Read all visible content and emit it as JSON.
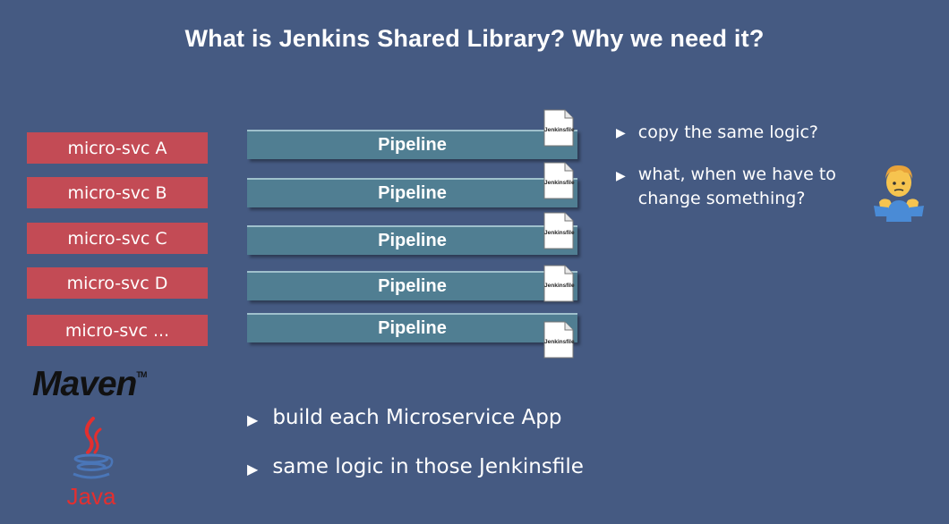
{
  "title": "What is Jenkins Shared Library? Why we need it?",
  "services": [
    "micro-svc A",
    "micro-svc B",
    "micro-svc C",
    "micro-svc D",
    "micro-svc ..."
  ],
  "pipeline_label": "Pipeline",
  "jenkinsfile_label": "Jenkinsfile",
  "right_bullets": [
    "copy the same logic?",
    "what, when we have to change something?"
  ],
  "bottom_bullets": [
    "build each Microservice App",
    "same logic in those Jenkinsfile"
  ],
  "logos": {
    "maven": "Maven",
    "maven_tm": "TM",
    "java": "Java"
  },
  "icons": {
    "bullet": "triangle-right-icon",
    "person": "person-shrugging-icon"
  },
  "colors": {
    "background": "#455a82",
    "service_box": "#c34b55",
    "pipeline_bar": "#507e92",
    "java_red": "#e32f2f",
    "java_blue": "#4a76b8"
  }
}
